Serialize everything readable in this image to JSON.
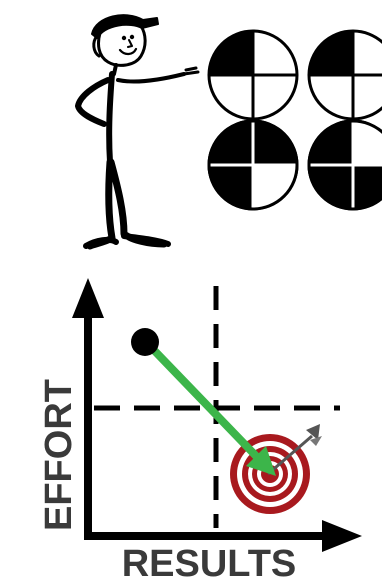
{
  "figure": {
    "matrix": {
      "xlabel": "RESULTS",
      "ylabel": "EFFORT"
    },
    "colors": {
      "ink": "#000000",
      "label_gray": "#3a3a3a",
      "arrow_green": "#3cb54a",
      "target_red": "#a8191e",
      "target_white": "#ffffff"
    },
    "icons": [
      "stick-figure-presenter",
      "quadrant-circle-icons",
      "bullseye-target-icon",
      "dart-icon"
    ]
  }
}
